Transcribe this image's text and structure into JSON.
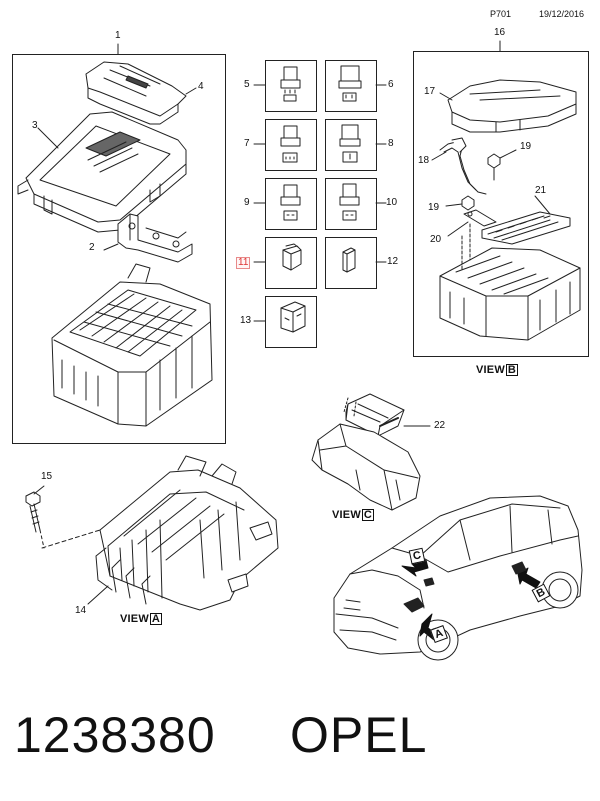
{
  "header": {
    "code": "P701",
    "date": "19/12/2016"
  },
  "callouts": {
    "n1": "1",
    "n2": "2",
    "n3": "3",
    "n4": "4",
    "n5": "5",
    "n6": "6",
    "n7": "7",
    "n8": "8",
    "n9": "9",
    "n10": "10",
    "n11": "11",
    "n12": "12",
    "n13": "13",
    "n14": "14",
    "n15": "15",
    "n16": "16",
    "n17": "17",
    "n18": "18",
    "n19a": "19",
    "n19b": "19",
    "n20": "20",
    "n21": "21",
    "n22": "22"
  },
  "views": {
    "a_word": "VIEW",
    "a_letter": "A",
    "b_word": "VIEW",
    "b_letter": "B",
    "c_word": "VIEW",
    "c_letter": "C"
  },
  "car_markers": {
    "a": "A",
    "b": "B",
    "c": "C"
  },
  "footer": {
    "part_number": "1238380",
    "brand": "OPEL"
  }
}
